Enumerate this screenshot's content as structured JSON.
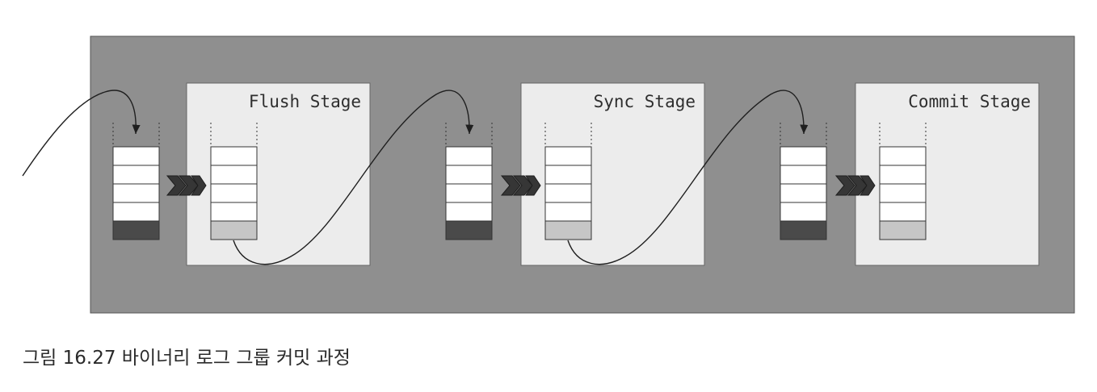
{
  "diagram": {
    "stages": [
      {
        "id": "flush",
        "title": "Flush Stage"
      },
      {
        "id": "sync",
        "title": "Sync Stage"
      },
      {
        "id": "commit",
        "title": "Commit Stage"
      }
    ],
    "queue_slots": 5,
    "colors": {
      "panel_background": "#8f8f8f",
      "stage_box": "#ececec",
      "queue_slot_empty": "#ffffff",
      "queue_slot_filled_dark": "#4a4a4a",
      "queue_slot_filled_light": "#c6c6c6",
      "chevron": "#363636",
      "flow_line": "#1f1f1f"
    }
  },
  "caption": {
    "label": "그림 16.27",
    "text": "바이너리 로그 그룹 커밋 과정"
  }
}
